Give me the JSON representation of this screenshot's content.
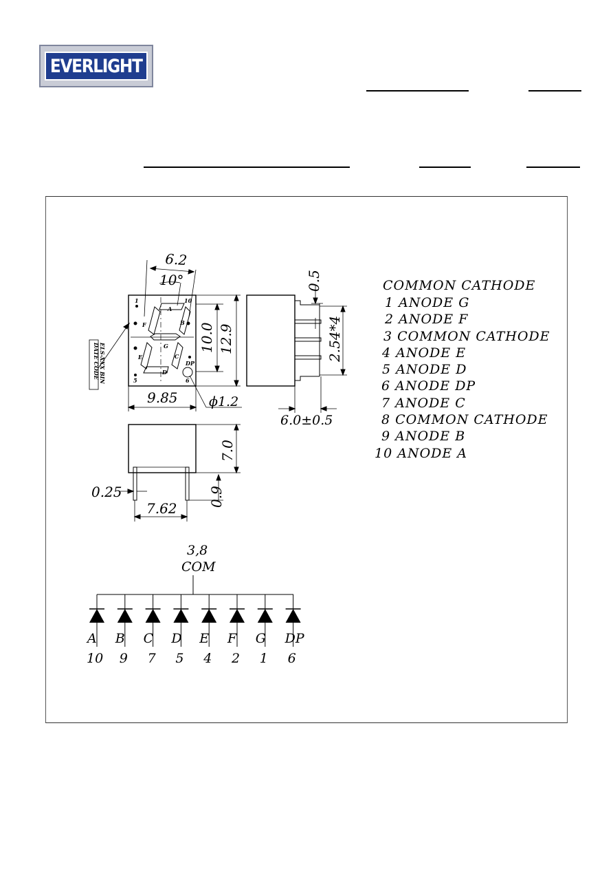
{
  "logo": {
    "text": "EVERLIGHT"
  },
  "dimensions": {
    "width_62": "6.2",
    "angle": "10°",
    "height_100": "10.0",
    "height_129": "12.9",
    "width_985": "9.85",
    "dot_dia": "ϕ1.2",
    "pin_thk": "0.5",
    "pitch": "2.54*4",
    "depth": "6.0±0.5",
    "body_h": "7.0",
    "pin_w": "0.25",
    "pin_h": "0.9",
    "row_sp": "7.62"
  },
  "marking": {
    "line1": "ELS-XXX BIN",
    "line2": "DATE CODE"
  },
  "segment_labels": [
    "A",
    "B",
    "C",
    "D",
    "E",
    "F",
    "G",
    "DP"
  ],
  "pin_marks": [
    "1",
    "10",
    "5",
    "6"
  ],
  "pinout": {
    "title": "COMMON  CATHODE",
    "rows": [
      "1  ANODE  G",
      "2  ANODE  F",
      "3  COMMON  CATHODE",
      "4  ANODE  E",
      "5  ANODE  D",
      "6  ANODE  DP",
      "7  ANODE  C",
      "8  COMMON  CATHODE",
      "9  ANODE  B",
      "10  ANODE  A"
    ]
  },
  "schematic": {
    "common_pins": "3,8",
    "common_label": "COM",
    "diodes": [
      {
        "seg": "A",
        "pin": "10"
      },
      {
        "seg": "B",
        "pin": "9"
      },
      {
        "seg": "C",
        "pin": "7"
      },
      {
        "seg": "D",
        "pin": "5"
      },
      {
        "seg": "E",
        "pin": "4"
      },
      {
        "seg": "F",
        "pin": "2"
      },
      {
        "seg": "G",
        "pin": "1"
      },
      {
        "seg": "DP",
        "pin": "6"
      }
    ]
  }
}
